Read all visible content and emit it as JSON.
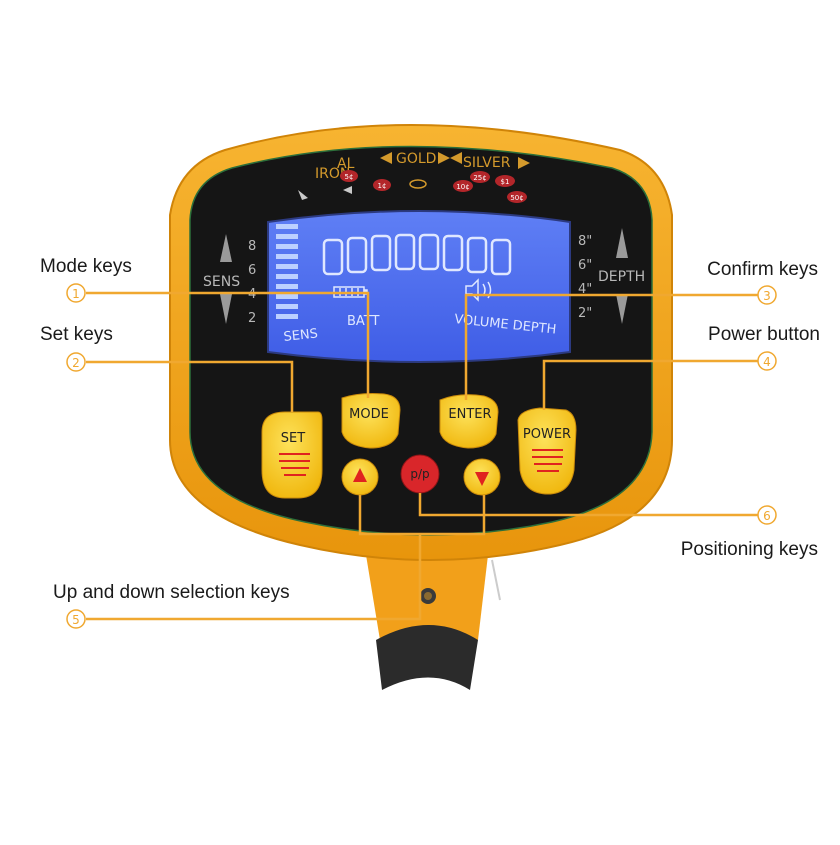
{
  "device": {
    "top_labels": {
      "iron": "IRON",
      "al": "AL",
      "gold": "GOLD",
      "silver": "SILVER"
    },
    "coins": [
      "5¢",
      "1¢",
      "10¢",
      "25¢",
      "$1",
      "50¢"
    ],
    "left_scale": {
      "label": "SENS",
      "ticks": [
        "8",
        "6",
        "4",
        "2"
      ]
    },
    "right_scale": {
      "label": "DEPTH",
      "ticks": [
        "8\"",
        "6\"",
        "4\"",
        "2\""
      ]
    },
    "lcd": {
      "sens_label": "SENS",
      "batt_label": "BATT",
      "volume_depth_label": "VOLUME DEPTH",
      "bg_color": "#4a6cf0"
    },
    "buttons": {
      "set": "SET",
      "mode": "MODE",
      "enter": "ENTER",
      "power": "POWER",
      "pinpoint": "p/p"
    },
    "colors": {
      "housing": "#f4a31c",
      "panel": "#151515",
      "button": "#f7c316",
      "pinpoint": "#d9262a",
      "callout_line": "#f0a830"
    }
  },
  "callouts": {
    "mode": {
      "number": "①",
      "label": "Mode keys"
    },
    "set": {
      "number": "②",
      "label": "Set keys"
    },
    "confirm": {
      "number": "③",
      "label": "Confirm keys"
    },
    "power": {
      "number": "④",
      "label": "Power button"
    },
    "updown": {
      "number": "⑤",
      "label": "Up and down selection keys"
    },
    "position": {
      "number": "⑥",
      "label": "Positioning keys"
    }
  }
}
